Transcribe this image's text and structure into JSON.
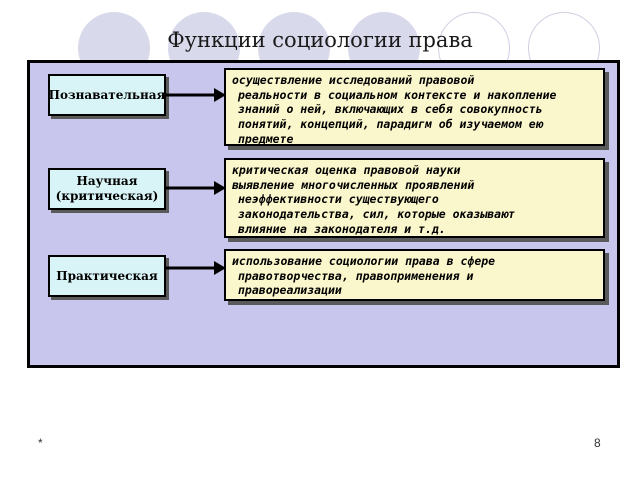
{
  "slide": {
    "title": "Функции социологии права",
    "footer_mark": "*",
    "page_number": "8"
  },
  "functions": [
    {
      "label_lines": [
        "Познавательная"
      ],
      "desc_lines": [
        "осуществление исследований правовой",
        "реальности в социальном контексте и накопление",
        "знаний о ней, включающих в себя совокупность",
        "понятий, концепций, парадигм об изучаемом ею",
        "предмете"
      ]
    },
    {
      "label_lines": [
        "Научная",
        "(критическая)"
      ],
      "desc_lines": [
        "критическая оценка правовой науки",
        "выявление многочисленных проявлений",
        "неэффективности существующего",
        "законодательства, сил, которые оказывают",
        "влияние на законодателя и т.д."
      ]
    },
    {
      "label_lines": [
        "Практическая"
      ],
      "desc_lines": [
        "использование социологии права в сфере",
        "правотворчества, правоприменения и",
        "правореализации"
      ]
    }
  ],
  "colors": {
    "panel": "#c9c6ee",
    "label_box": "#d9f4f6",
    "desc_box": "#fbf7cc",
    "decor_circle": "#d9d9ec"
  }
}
